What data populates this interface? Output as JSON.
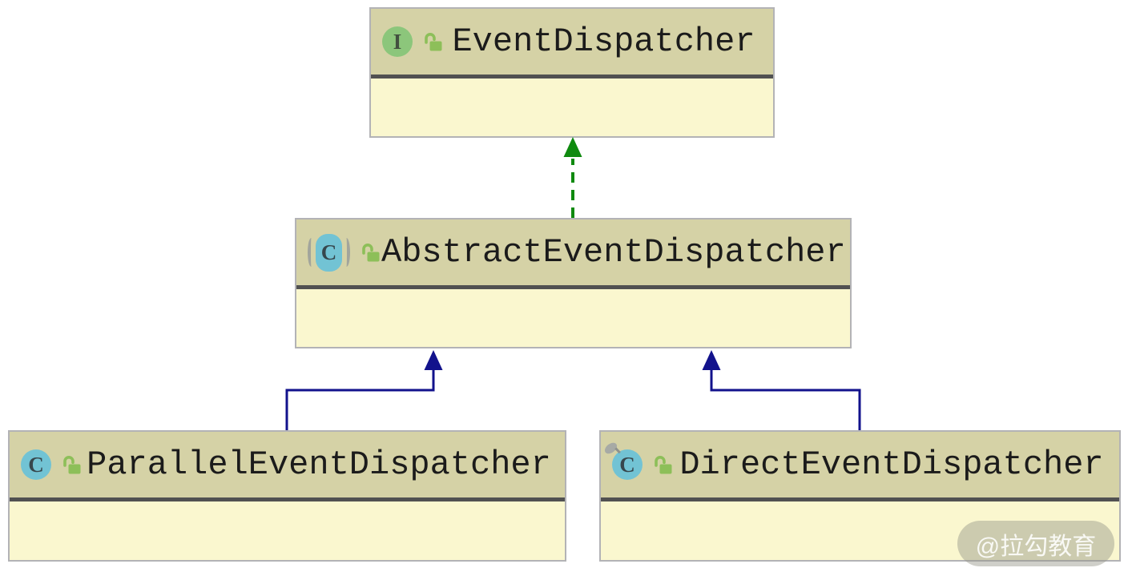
{
  "diagram": {
    "type": "uml-class-diagram",
    "nodes": {
      "interface": {
        "letter": "I",
        "name": "EventDispatcher",
        "kind": "interface",
        "visibility": "unlocked"
      },
      "abstract": {
        "letter": "C",
        "name": "AbstractEventDispatcher",
        "kind": "abstract-class",
        "visibility": "unlocked"
      },
      "parallel": {
        "letter": "C",
        "name": "ParallelEventDispatcher",
        "kind": "class",
        "visibility": "unlocked"
      },
      "direct": {
        "letter": "C",
        "name": "DirectEventDispatcher",
        "kind": "class",
        "visibility": "unlocked",
        "pinned": true
      }
    },
    "edges": [
      {
        "from": "AbstractEventDispatcher",
        "to": "EventDispatcher",
        "relation": "implements",
        "style": "dashed",
        "color": "#0f8a0f"
      },
      {
        "from": "ParallelEventDispatcher",
        "to": "AbstractEventDispatcher",
        "relation": "extends",
        "style": "solid",
        "color": "#12128c"
      },
      {
        "from": "DirectEventDispatcher",
        "to": "AbstractEventDispatcher",
        "relation": "extends",
        "style": "solid",
        "color": "#12128c"
      }
    ],
    "colors": {
      "header_fill": "#d5d2a6",
      "body_fill": "#faf7cf",
      "box_border": "#b3b3b6",
      "separator": "#515151",
      "interface_icon": "#8cc67b",
      "class_icon": "#72c3d4",
      "lock_icon": "#8dbf59",
      "implements_arrow": "#0f8a0f",
      "extends_arrow": "#12128c"
    },
    "watermark": {
      "label": "@拉勾教育"
    }
  }
}
